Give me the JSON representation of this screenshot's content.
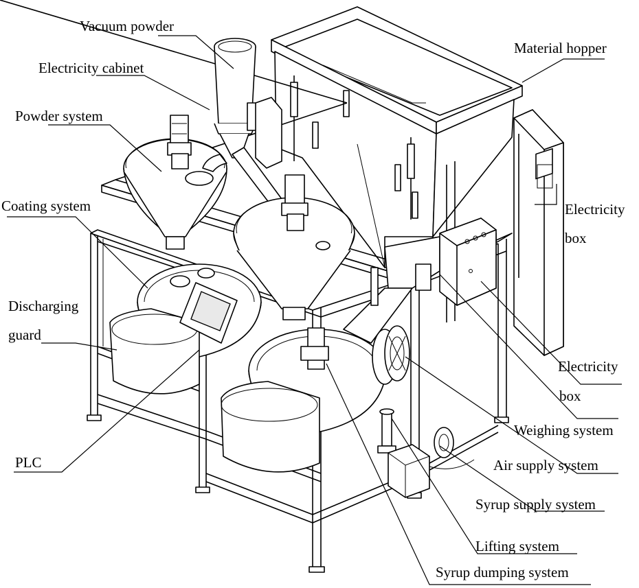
{
  "labels": {
    "vacuum_powder": "Vacuum powder",
    "electricity_cabinet": "Electricity cabinet",
    "powder_system": "Powder system",
    "coating_system": "Coating system",
    "discharging_guard_line1": "Discharging",
    "discharging_guard_line2": "guard",
    "plc": "PLC",
    "material_hopper": "Material hopper",
    "electricity_box_right_line1": "Electricity",
    "electricity_box_right_line2": "box",
    "electricity_box_front_line1": "Electricity",
    "electricity_box_front_line2": "box",
    "weighing_system": "Weighing system",
    "air_supply_system": "Air supply system",
    "syrup_supply_system": "Syrup supply system",
    "lifting_system": "Lifting system",
    "syrup_dumping_system": "Syrup dumping system"
  },
  "colors": {
    "line": "#000000",
    "background": "#ffffff"
  }
}
